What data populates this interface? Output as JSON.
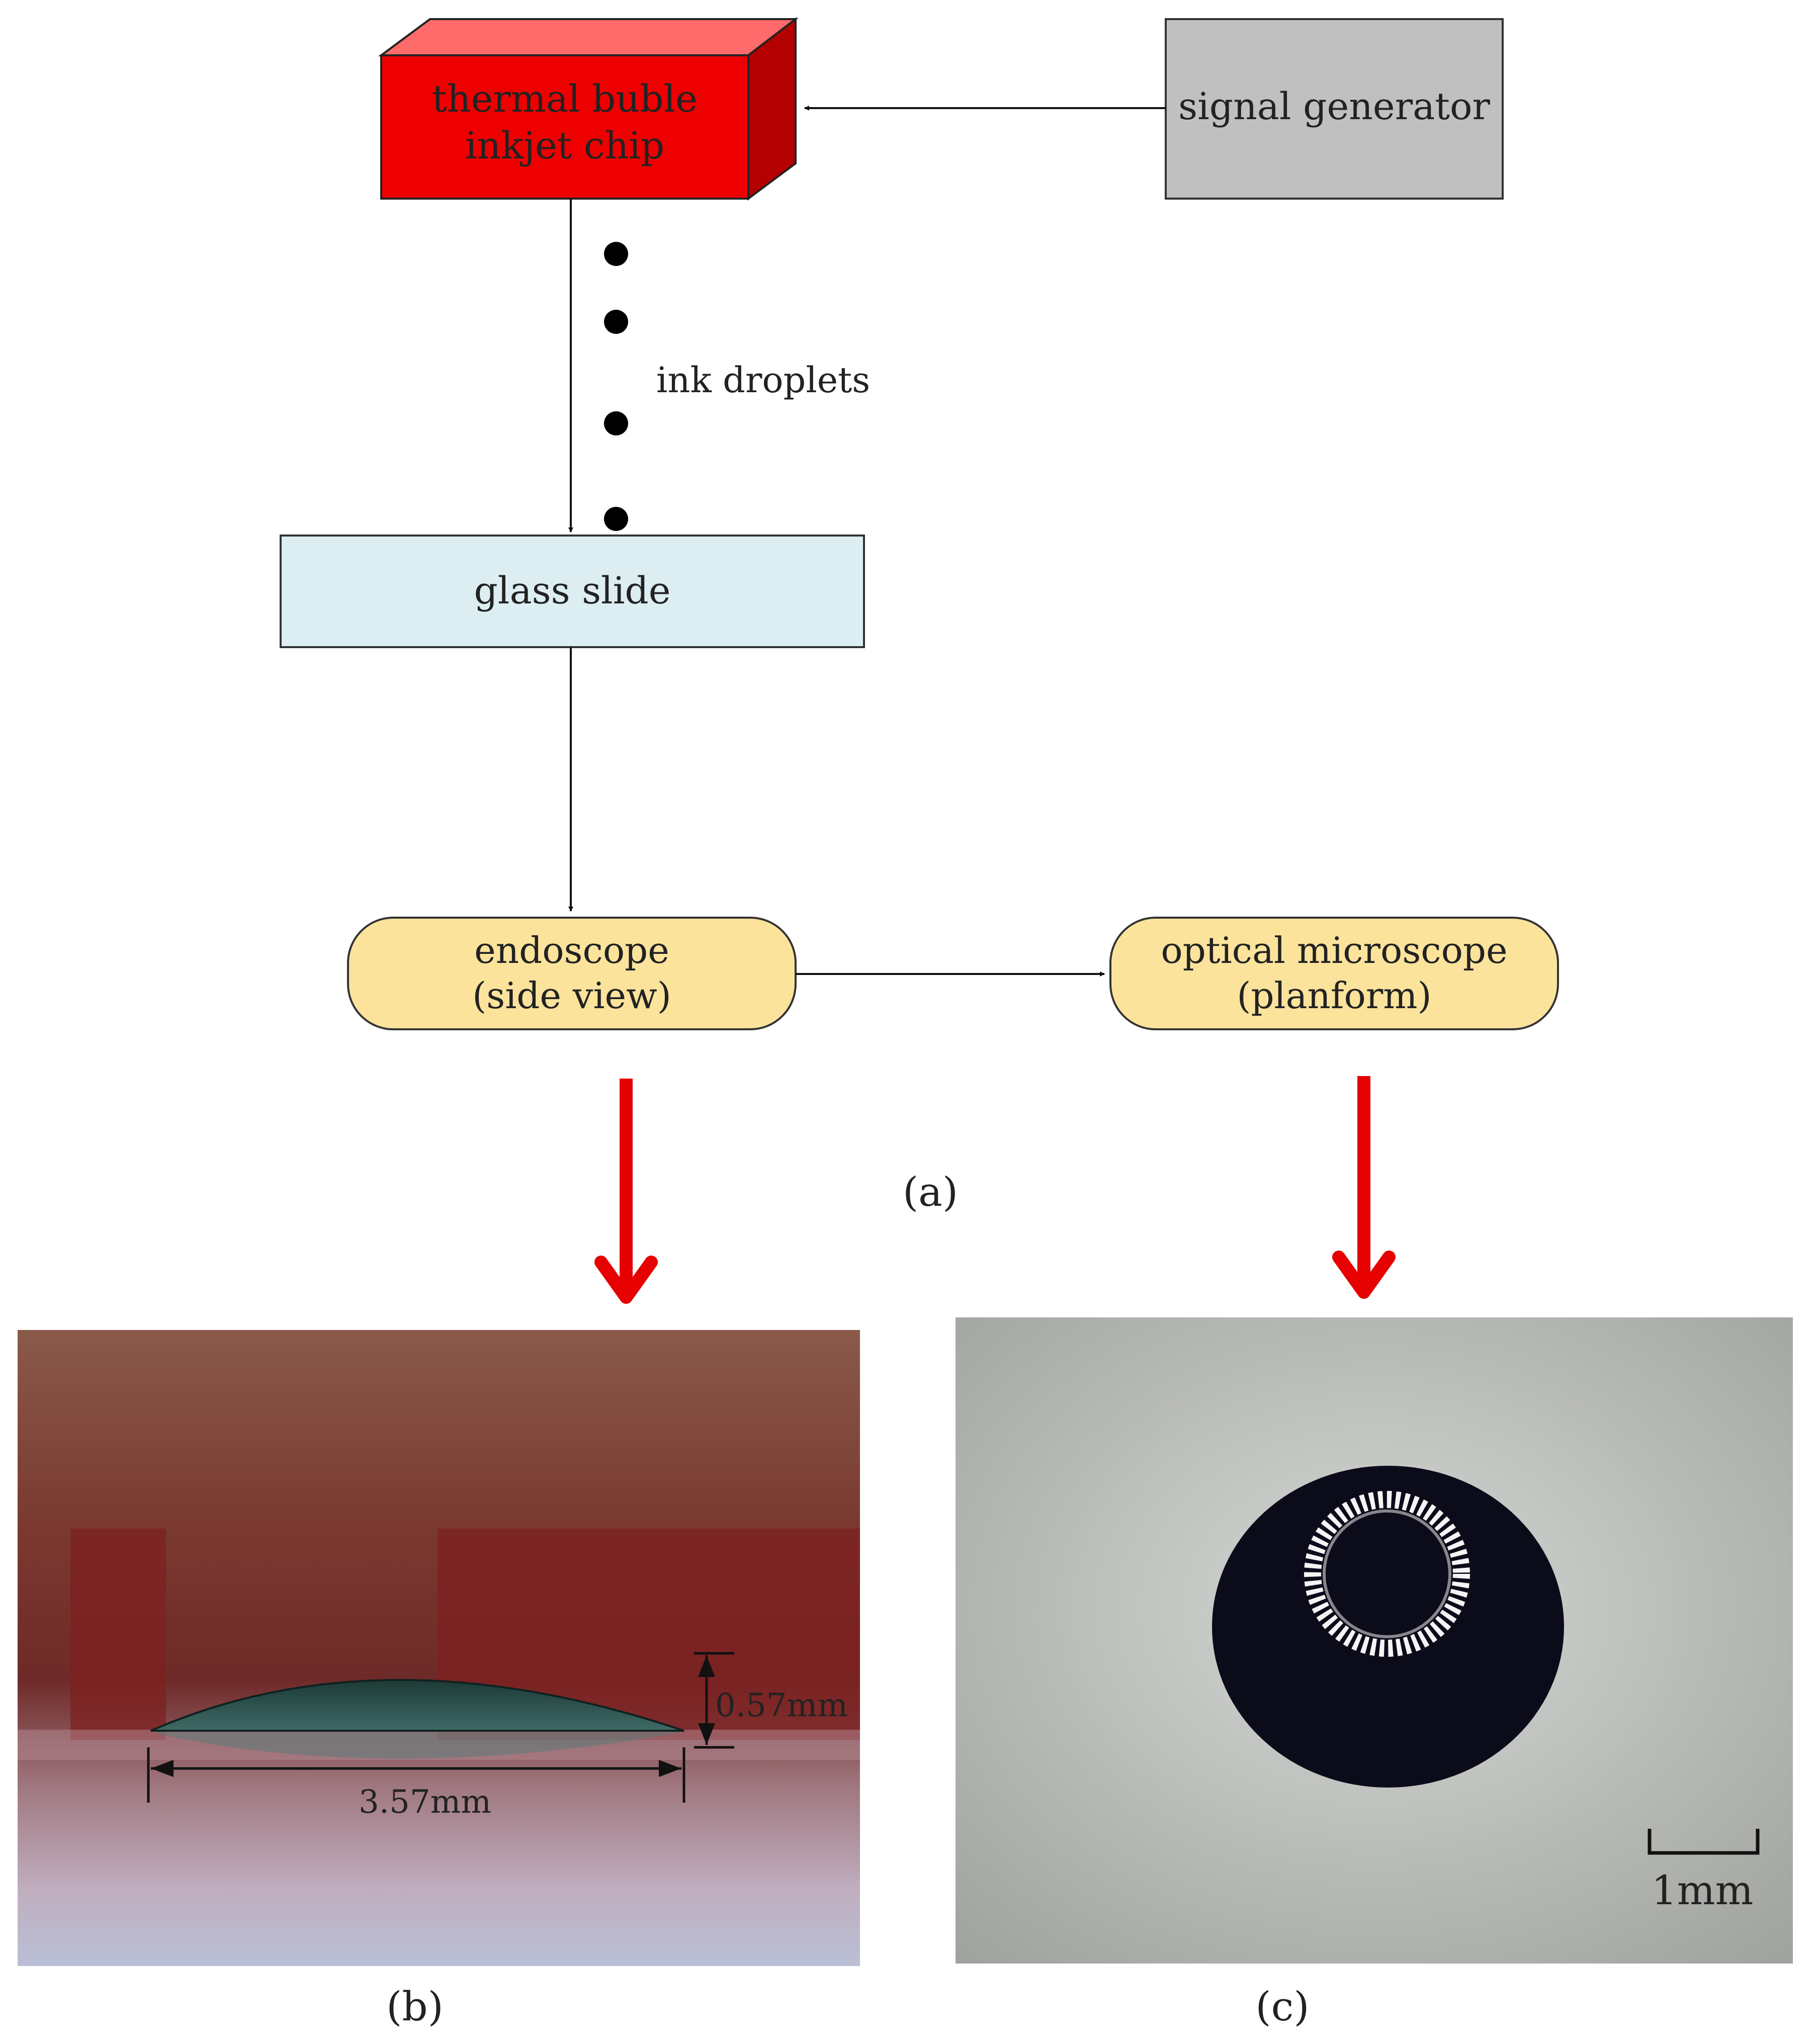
{
  "flowchart": {
    "chip_line1": "thermal buble",
    "chip_line2": "inkjet chip",
    "signal_generator": "signal generator",
    "ink_droplets": "ink droplets",
    "glass_slide": "glass slide",
    "endoscope_line1": "endoscope",
    "endoscope_line2": "(side view)",
    "microscope_line1": "optical microscope",
    "microscope_line2": "(planform)"
  },
  "panels": {
    "a": "(a)",
    "b": "(b)",
    "c": "(c)"
  },
  "side_view": {
    "height_label": "0.57mm",
    "width_label": "3.57mm"
  },
  "planform": {
    "scale_label": "1mm"
  },
  "colors": {
    "chip_red": "#ee0000",
    "signal_gray": "#c0c0c0",
    "glass_blue": "#dceef2",
    "scope_yellow": "#fbe39c",
    "flow_arrow_red": "#e60000"
  }
}
